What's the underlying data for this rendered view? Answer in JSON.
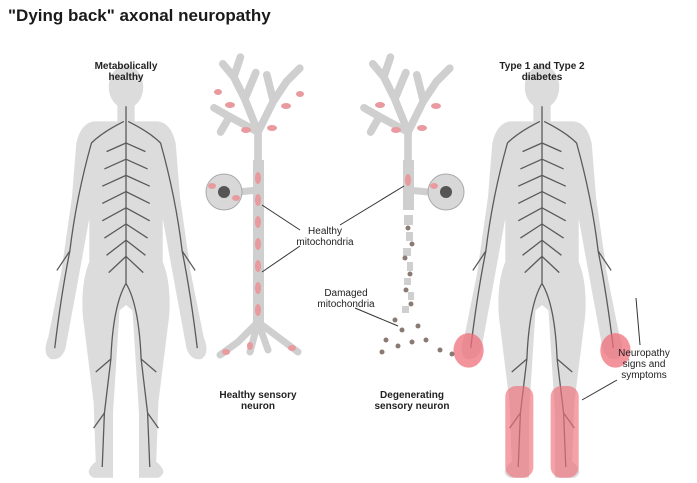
{
  "title": "\"Dying back\" axonal neuropathy",
  "labels": {
    "left_figure": [
      "Metabolically",
      "healthy"
    ],
    "right_figure": [
      "Type 1 and Type 2",
      "diabetes"
    ],
    "healthy_mito": [
      "Healthy",
      "mitochondria"
    ],
    "damaged_mito": [
      "Damaged",
      "mitochondria"
    ],
    "neuropathy": [
      "Neuropathy",
      "signs and",
      "symptoms"
    ],
    "healthy_neuron": [
      "Healthy sensory",
      "neuron"
    ],
    "degenerating_neuron": [
      "Degenerating",
      "sensory neuron"
    ]
  },
  "colors": {
    "body": "#dcdcdc",
    "nerve": "#5a5a5a",
    "neuron": "#cfcfcf",
    "mito_healthy": "#e89a9e",
    "mito_damaged": "#8a7a74",
    "symptom": "#ef6f79"
  }
}
